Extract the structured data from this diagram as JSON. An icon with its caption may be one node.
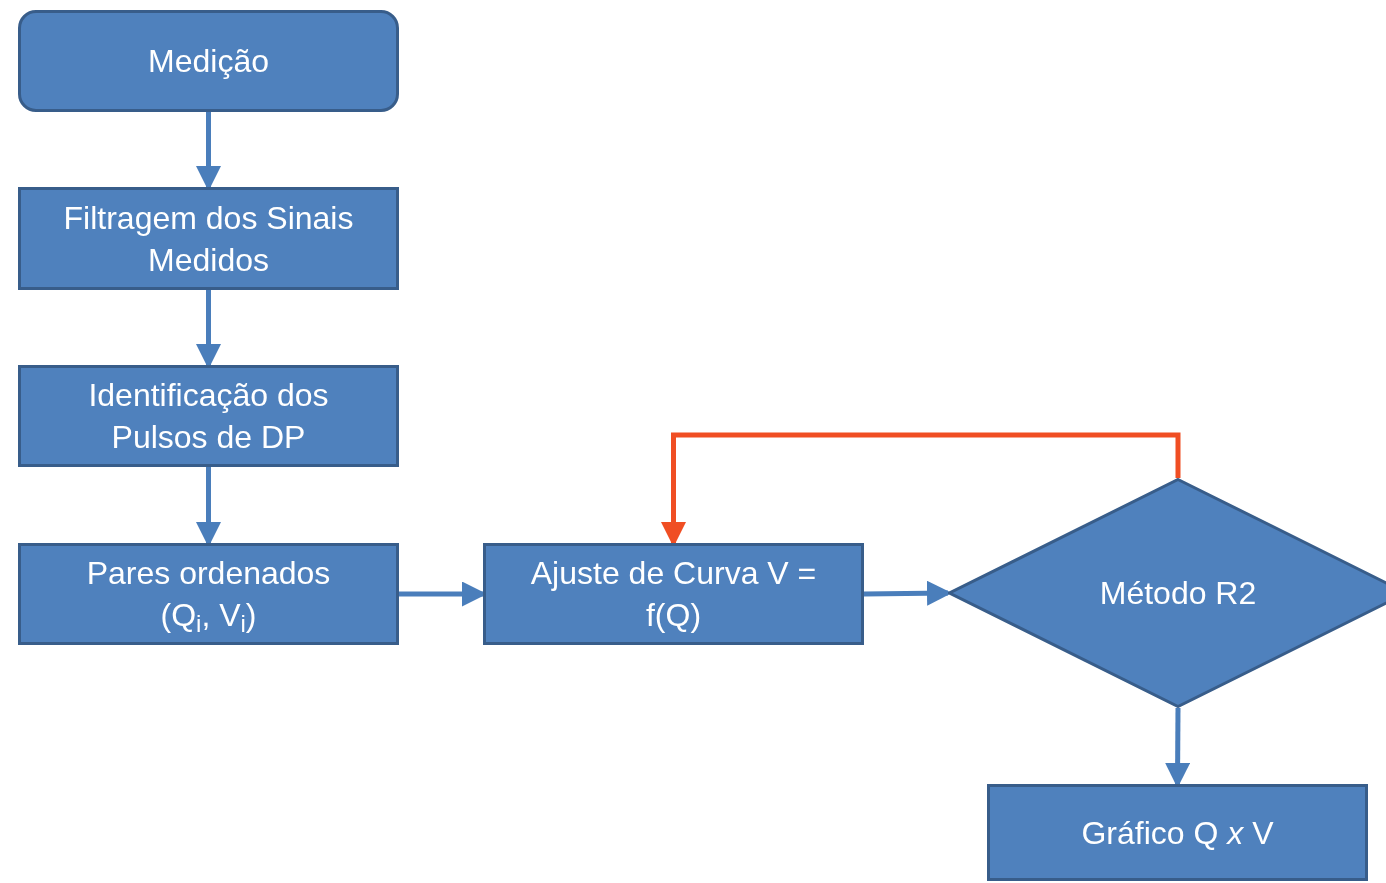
{
  "diagram": {
    "nodes": [
      {
        "text": [
          "Medição"
        ]
      },
      {
        "text": [
          "Filtragem dos Sinais Medidos"
        ]
      },
      {
        "text": [
          "Identificação dos Pulsos de DP"
        ]
      },
      {
        "text": [
          "Pares ordenados (Q$_{i}$, V$_{i}$)"
        ]
      },
      {
        "text": [
          "Ajuste de Curva V = f(Q)"
        ]
      },
      {
        "text": [
          "Método R2"
        ]
      },
      {
        "text": [
          "Gráfico Q *x* V"
        ]
      }
    ],
    "edges": [
      {
        "from": 0,
        "to": 1,
        "arrow": "to"
      },
      {
        "from": 1,
        "to": 2,
        "arrow": "to"
      },
      {
        "from": 2,
        "to": 3,
        "arrow": "to"
      },
      {
        "from": 3,
        "to": 4,
        "arrow": "to"
      },
      {
        "from": 4,
        "to": 5,
        "arrow": "to"
      },
      {
        "from": 5,
        "to": 4,
        "arrow": "to",
        "color": "#f04e23"
      },
      {
        "from": 5,
        "to": 6,
        "arrow": "to"
      }
    ]
  }
}
